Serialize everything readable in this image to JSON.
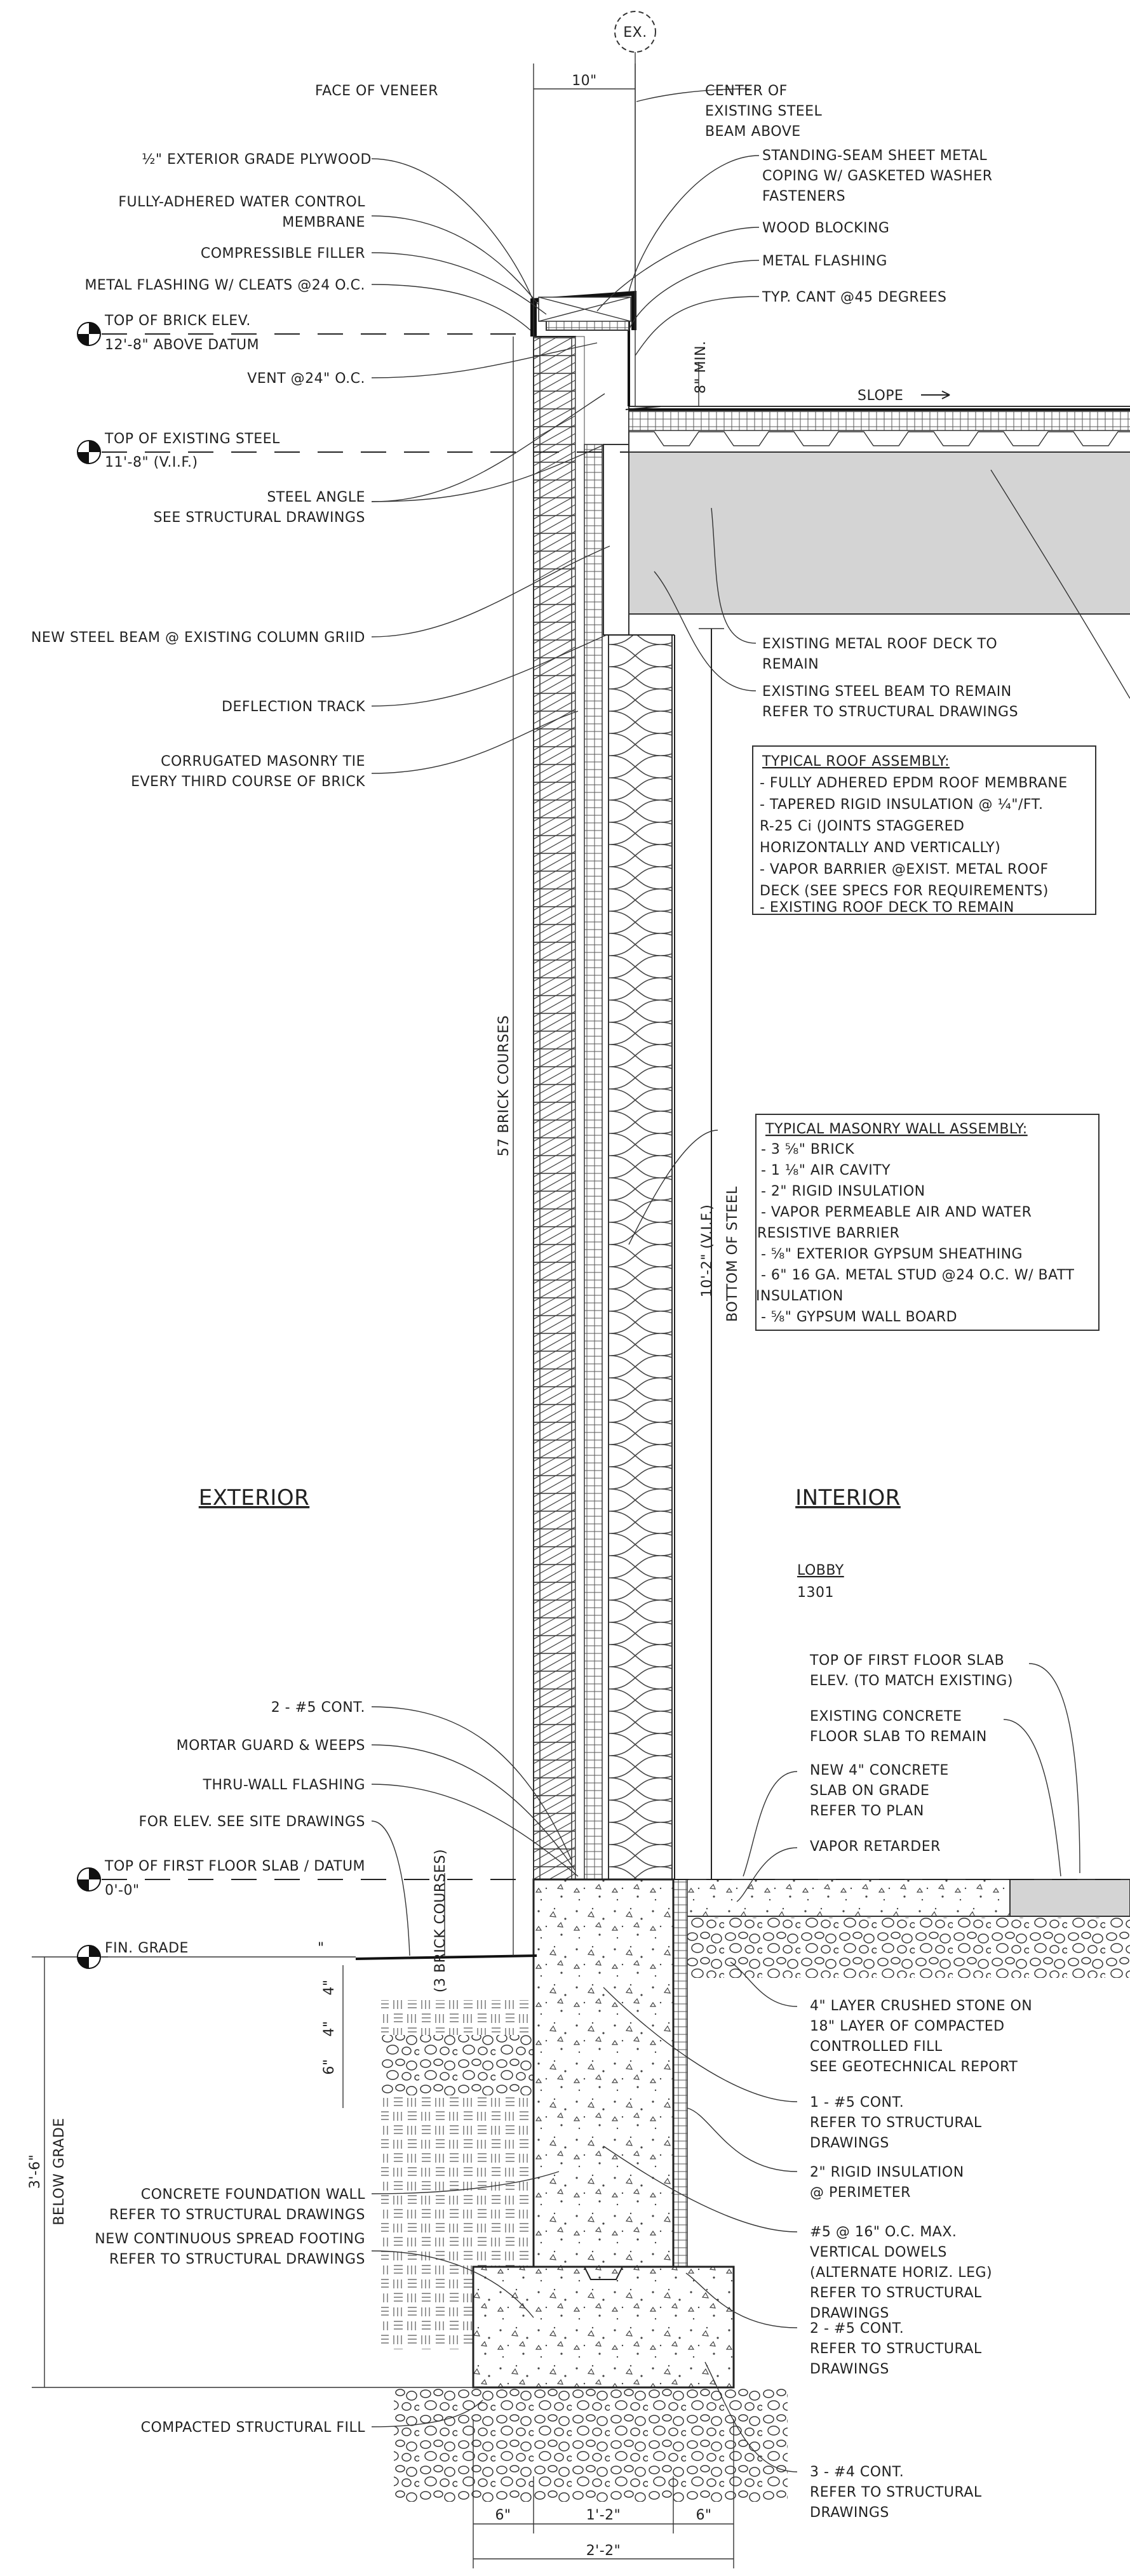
{
  "marker": "EX.",
  "dims": {
    "top_width": "10\"",
    "brick_courses": "57 BRICK COURSES",
    "bottom_of_steel": "10'-2\" (V.I.F.)",
    "bottom_of_steel_label": "BOTTOM OF STEEL",
    "brick_13": "(3 BRICK COURSES)",
    "d4a": "4\"",
    "d4b": "4\"",
    "d6a": "6\"",
    "below_grade_value": "3'-6\"",
    "below_grade": "BELOW GRADE",
    "foot_left": "6\"",
    "foot_mid": "1'-2\"",
    "foot_right": "6\"",
    "foot_total": "2'-2\"",
    "min8": "8\" MIN.",
    "slope": "SLOPE",
    "grade_tick": "\""
  },
  "datums": {
    "brick_top_1": "TOP OF BRICK ELEV.",
    "brick_top_2": "12'-8\" ABOVE DATUM",
    "steel_top_1": "TOP OF EXISTING STEEL",
    "steel_top_2": "11'-8\" (V.I.F.)",
    "slab_top_1": "TOP OF FIRST FLOOR SLAB / DATUM",
    "slab_top_2": "0'-0\"",
    "grade": "FIN. GRADE"
  },
  "left_notes": {
    "face_veneer": "FACE OF VENEER",
    "plywood": "½\" EXTERIOR GRADE PLYWOOD",
    "membrane_1": "FULLY-ADHERED WATER CONTROL",
    "membrane_2": "MEMBRANE",
    "filler": "COMPRESSIBLE FILLER",
    "flashing_cleats": "METAL FLASHING W/ CLEATS @24 O.C.",
    "vent": "VENT @24\" O.C.",
    "angle_1": "STEEL ANGLE",
    "angle_2": "SEE STRUCTURAL DRAWINGS",
    "new_beam": "NEW STEEL BEAM @ EXISTING COLUMN GRIID",
    "deflection": "DEFLECTION TRACK",
    "tie_1": "CORRUGATED MASONRY TIE",
    "tie_2": "EVERY THIRD COURSE OF BRICK",
    "cont5": "2 - #5 CONT.",
    "mortar": "MORTAR GUARD & WEEPS",
    "thruwall": "THRU-WALL FLASHING",
    "site": "FOR ELEV. SEE SITE DRAWINGS",
    "fwall_1": "CONCRETE FOUNDATION WALL",
    "fwall_2": "REFER TO STRUCTURAL DRAWINGS",
    "footing_1": "NEW CONTINUOUS SPREAD FOOTING",
    "footing_2": "REFER TO STRUCTURAL DRAWINGS",
    "fill": "COMPACTED STRUCTURAL FILL"
  },
  "right_notes": {
    "center_1": "CENTER OF",
    "center_2": "EXISTING STEEL",
    "center_3": "BEAM ABOVE",
    "coping_1": "STANDING-SEAM SHEET METAL",
    "coping_2": "COPING W/ GASKETED WASHER",
    "coping_3": "FASTENERS",
    "blocking": "WOOD BLOCKING",
    "flashing": "METAL FLASHING",
    "cant": "TYP. CANT @45 DEGREES",
    "deck_1": "EXISTING METAL ROOF DECK TO",
    "deck_2": "REMAIN",
    "beam_1": "EXISTING STEEL BEAM TO REMAIN",
    "beam_2": "REFER TO STRUCTURAL DRAWINGS",
    "slab_top_1": "TOP OF FIRST FLOOR SLAB",
    "slab_top_2": "ELEV. (TO MATCH EXISTING)",
    "exslab_1": "EXISTING CONCRETE",
    "exslab_2": "FLOOR SLAB TO REMAIN",
    "newslab_1": "NEW 4\" CONCRETE",
    "newslab_2": "SLAB ON GRADE",
    "newslab_3": "REFER TO PLAN",
    "vapor": "VAPOR RETARDER",
    "stone_1": "4\" LAYER CRUSHED STONE ON",
    "stone_2": "18\" LAYER OF COMPACTED",
    "stone_3": "CONTROLLED FILL",
    "stone_4": "SEE GEOTECHNICAL REPORT",
    "cont1_1": "1 - #5 CONT.",
    "cont1_2": "REFER TO STRUCTURAL",
    "cont1_3": "DRAWINGS",
    "rigid_1": "2\" RIGID INSULATION",
    "rigid_2": "@ PERIMETER",
    "dowel_1": "#5 @ 16\" O.C. MAX.",
    "dowel_2": "VERTICAL DOWELS",
    "dowel_3": "(ALTERNATE HORIZ. LEG)",
    "dowel_4": "REFER TO STRUCTURAL",
    "dowel_5": "DRAWINGS",
    "cont2_1": "2 - #5 CONT.",
    "cont2_2": "REFER TO STRUCTURAL",
    "cont2_3": "DRAWINGS",
    "cont3_1": "3 - #4 CONT.",
    "cont3_2": "REFER TO STRUCTURAL",
    "cont3_3": "DRAWINGS"
  },
  "roof_assembly": {
    "title": "TYPICAL ROOF ASSEMBLY:",
    "lines": [
      "- FULLY ADHERED EPDM ROOF MEMBRANE",
      "- TAPERED RIGID INSULATION @      ¼\"/FT.",
      "R-25 Ci (JOINTS STAGGERED",
      "HORIZONTALLY AND VERTICALLY)",
      "- VAPOR BARRIER @EXIST. METAL ROOF",
      "DECK (SEE SPECS FOR REQUIREMENTS)",
      "- EXISTING ROOF DECK TO REMAIN"
    ]
  },
  "wall_assembly": {
    "title": "TYPICAL MASONRY WALL ASSEMBLY:",
    "lines": [
      "- 3 ⅝\" BRICK",
      "- 1 ⅛\" AIR CAVITY",
      "- 2\" RIGID INSULATION",
      "- VAPOR PERMEABLE AIR AND WATER",
      "RESISTIVE BARRIER",
      "- ⅝\" EXTERIOR GYPSUM SHEATHING",
      "- 6\" 16 GA. METAL STUD @24 O.C. W/ BATT",
      "INSULATION",
      "- ⅝\" GYPSUM WALL BOARD"
    ]
  },
  "rooms": {
    "exterior": "EXTERIOR",
    "interior": "INTERIOR",
    "room_name": "LOBBY",
    "room_number": "1301"
  }
}
